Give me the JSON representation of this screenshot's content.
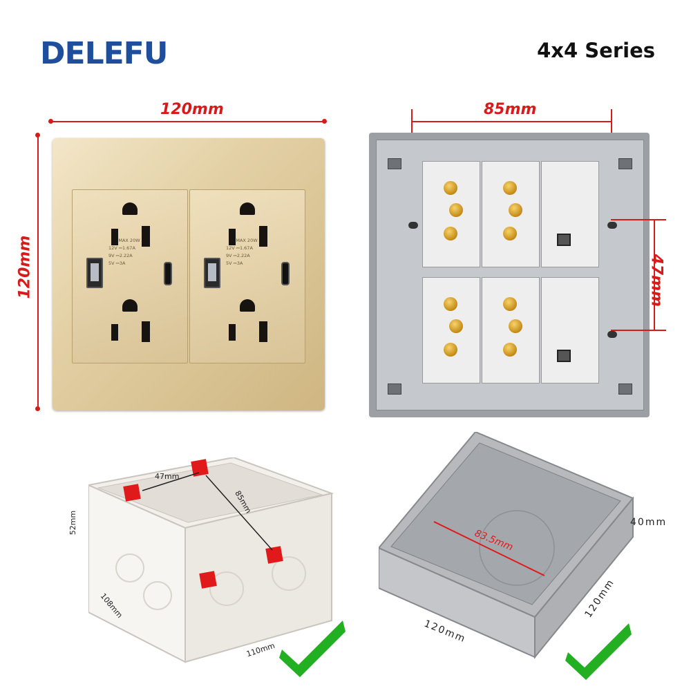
{
  "brand": {
    "name": "DELEFU"
  },
  "series": "4x4 Series",
  "front": {
    "width_label": "120mm",
    "height_label": "120mm"
  },
  "outlet": {
    "spec_title": "MAX 20W",
    "spec_lines": [
      "12V ⎓1.67A",
      "9V ⎓2.22A",
      "5V ⎓3A"
    ]
  },
  "back": {
    "width_label": "85mm",
    "height_label": "47mm"
  },
  "white_box": {
    "pitch_h": "47mm",
    "pitch_diag": "85mm",
    "depth": "52mm",
    "side_a": "108mm",
    "side_b": "110mm"
  },
  "grey_box": {
    "diag": "83.5mm",
    "depth": "40mm",
    "side_a": "120mm",
    "side_b": "120mm"
  },
  "colors": {
    "brand_blue": "#1f4f9c",
    "brand_orange": "#f2a20f",
    "dimension_red": "#d71a1a",
    "check_green": "#22b022"
  },
  "icons": [
    "check-icon",
    "check-icon"
  ]
}
